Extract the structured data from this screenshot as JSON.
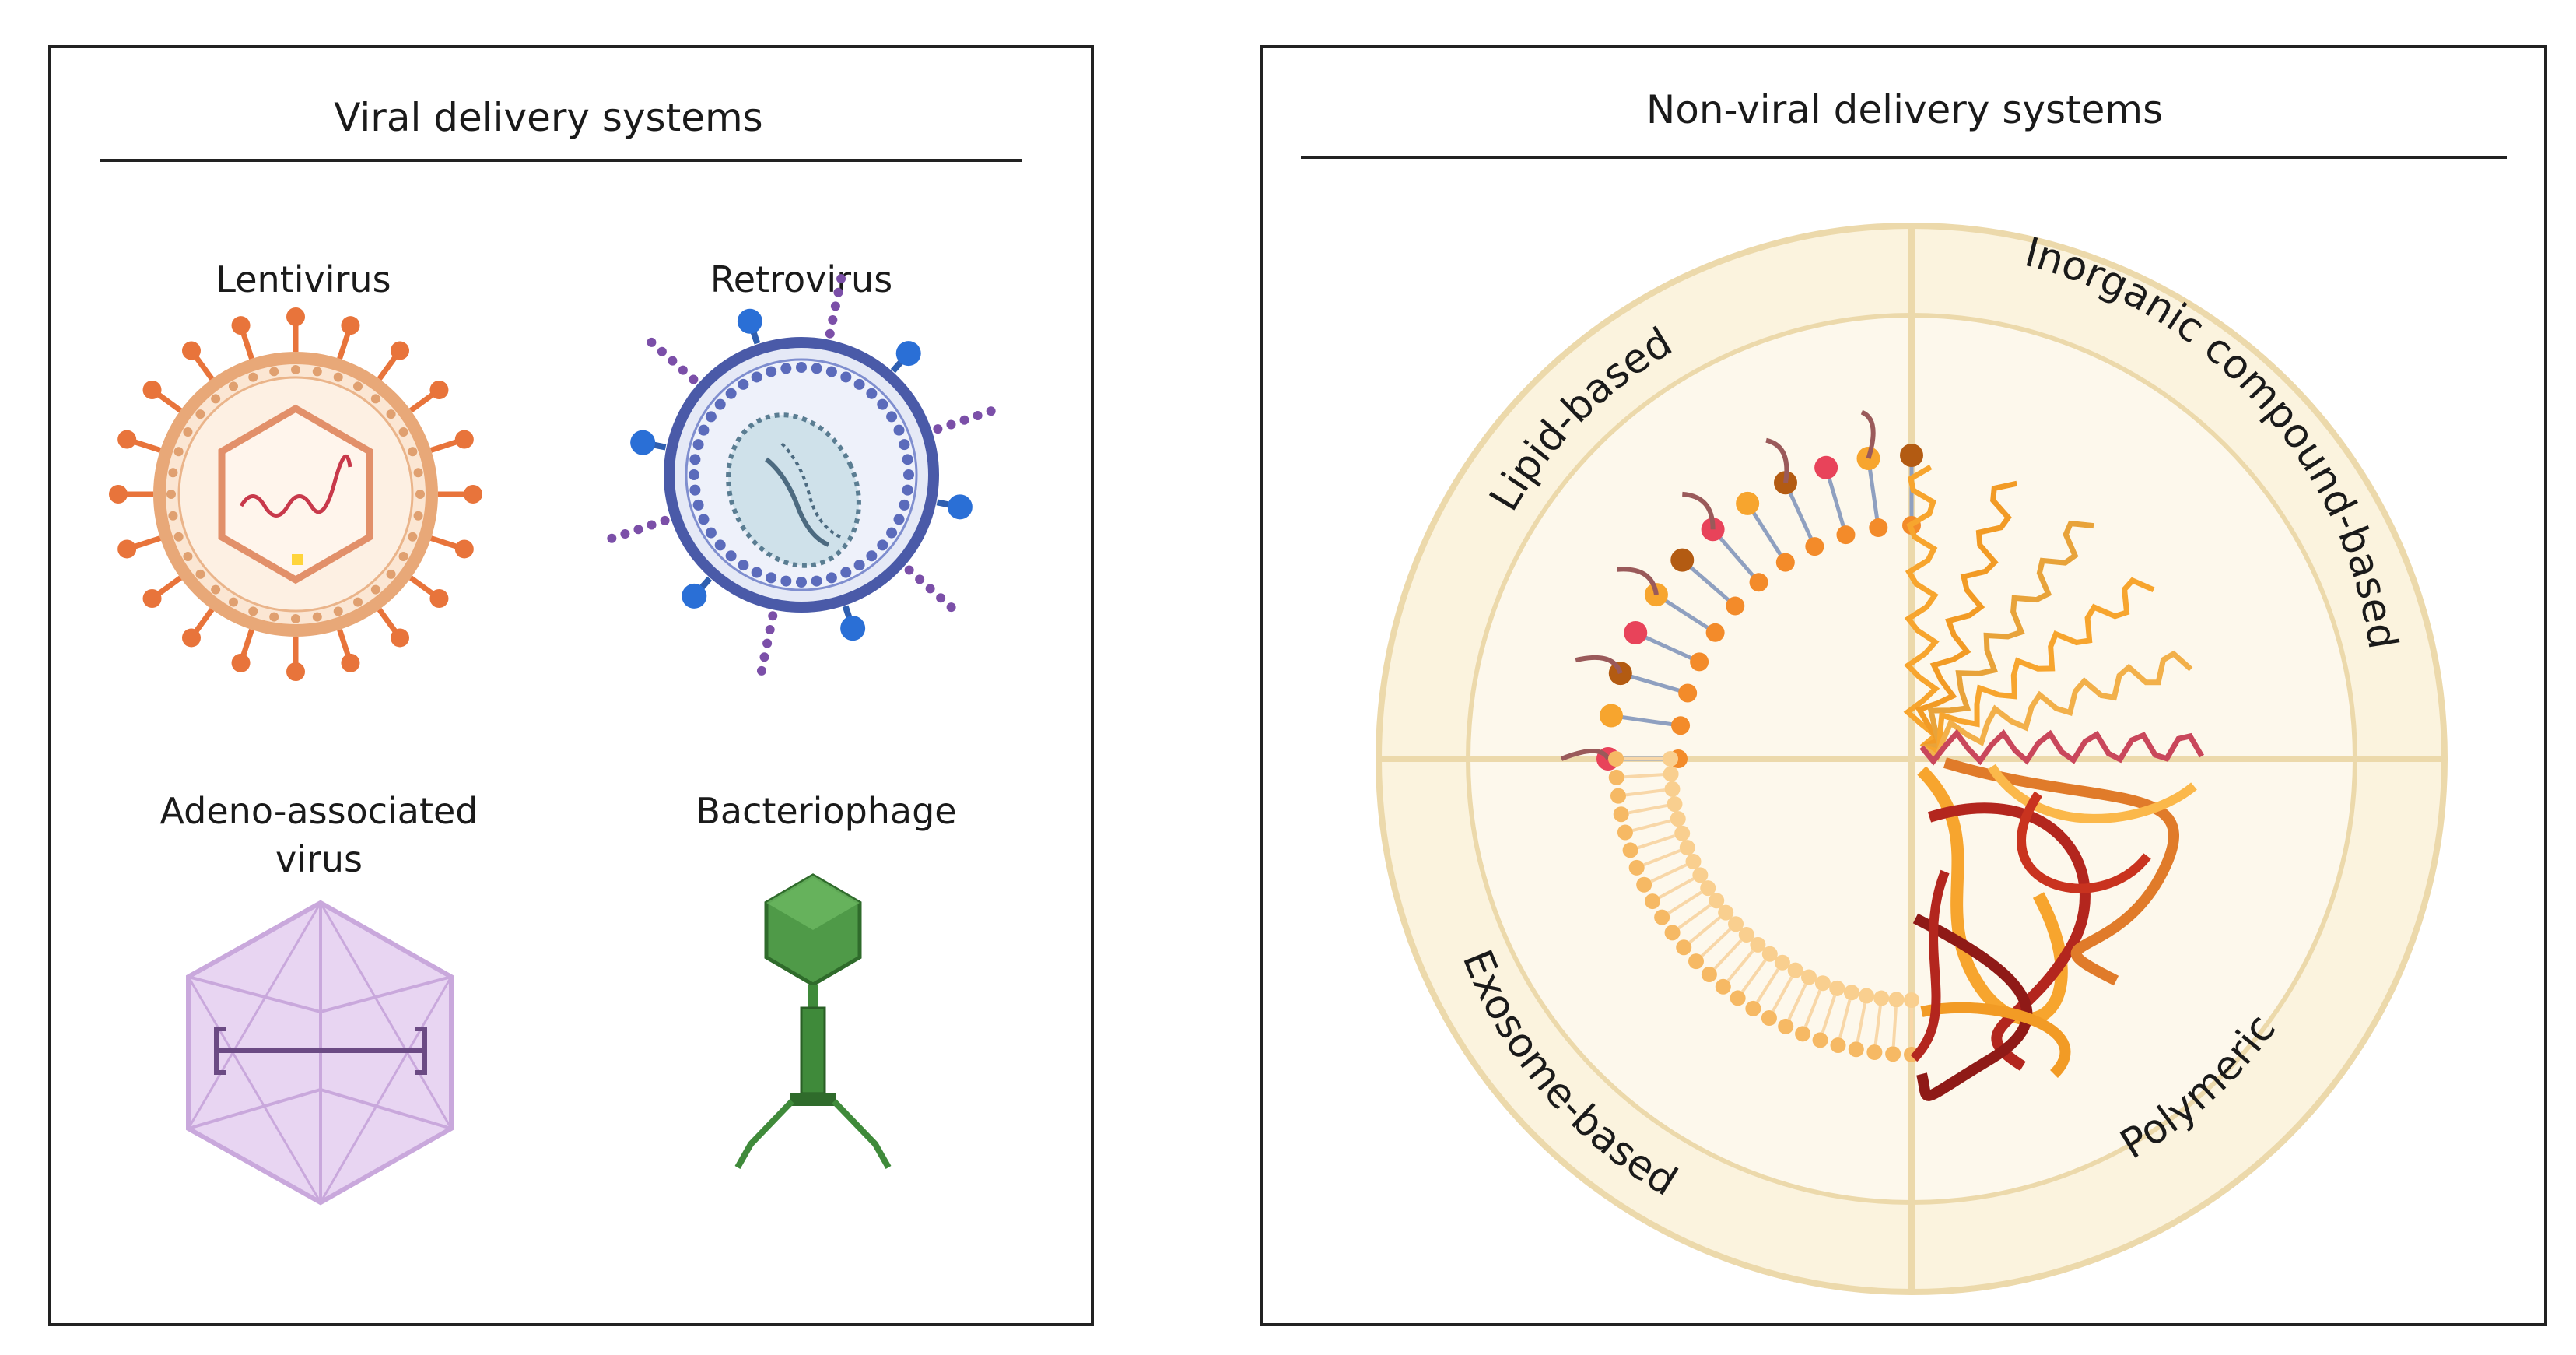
{
  "viral_panel": {
    "title": "Viral delivery systems",
    "items": {
      "lentivirus": "Lentivirus",
      "retrovirus": "Retrovirus",
      "aav_line1": "Adeno-associated",
      "aav_line2": "virus",
      "bacteriophage": "Bacteriophage"
    }
  },
  "nonviral_panel": {
    "title": "Non-viral delivery systems",
    "quadrants": {
      "lipid": "Lipid-based",
      "inorganic": "Inorganic compound-based",
      "exosome": "Exosome-based",
      "polymeric": "Polymeric"
    }
  },
  "colors": {
    "lentivirus": "#e8743b",
    "retrovirus": "#4a5aa8",
    "aav": "#c9a8dc",
    "phage": "#3f8a3a",
    "wheel_fill": "#fbf3de",
    "wheel_line": "#ecd9ab"
  }
}
